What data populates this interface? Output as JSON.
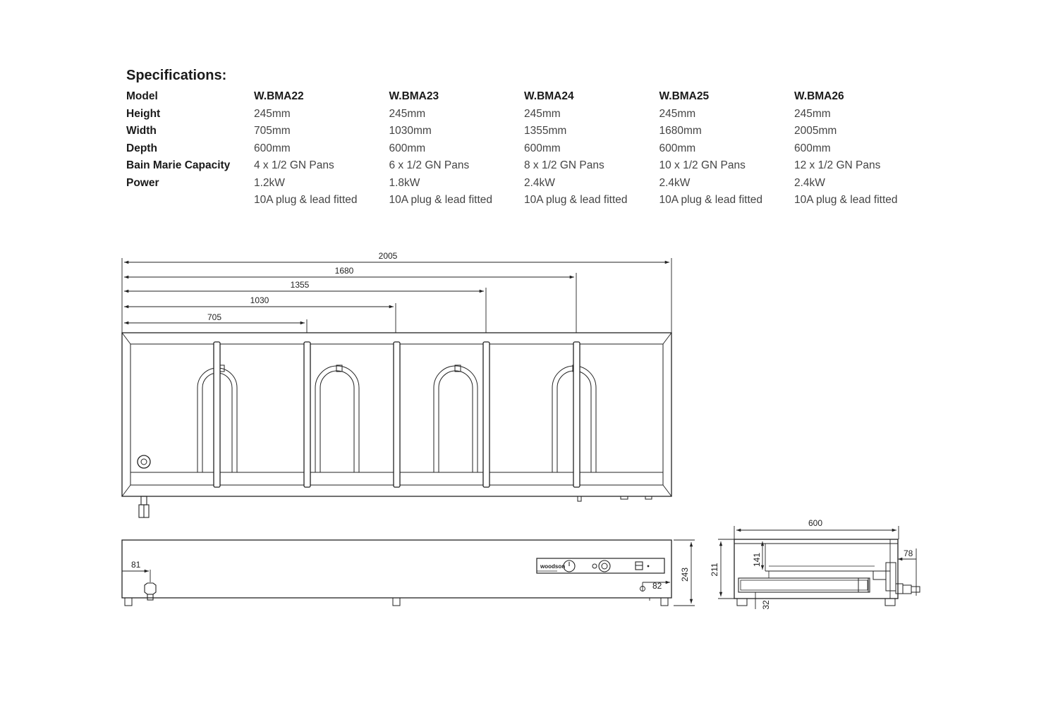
{
  "title": "Specifications:",
  "table": {
    "labels": [
      "Model",
      "Height",
      "Width",
      "Depth",
      "Bain Marie Capacity",
      "Power",
      ""
    ],
    "models": [
      {
        "model": "W.BMA22",
        "height": "245mm",
        "width": "705mm",
        "depth": "600mm",
        "capacity": "4 x 1/2 GN Pans",
        "power": "1.2kW",
        "plug": "10A plug & lead fitted"
      },
      {
        "model": "W.BMA23",
        "height": "245mm",
        "width": "1030mm",
        "depth": "600mm",
        "capacity": "6 x 1/2 GN Pans",
        "power": "1.8kW",
        "plug": "10A plug & lead fitted"
      },
      {
        "model": "W.BMA24",
        "height": "245mm",
        "width": "1355mm",
        "depth": "600mm",
        "capacity": "8 x 1/2 GN Pans",
        "power": "2.4kW",
        "plug": "10A plug & lead fitted"
      },
      {
        "model": "W.BMA25",
        "height": "245mm",
        "width": "1680mm",
        "depth": "600mm",
        "capacity": "10 x 1/2 GN Pans",
        "power": "2.4kW",
        "plug": "10A plug & lead fitted"
      },
      {
        "model": "W.BMA26",
        "height": "245mm",
        "width": "2005mm",
        "depth": "600mm",
        "capacity": "12 x 1/2 GN Pans",
        "power": "2.4kW",
        "plug": "10A plug & lead fitted"
      }
    ]
  },
  "drawing": {
    "top_dims": [
      "2005",
      "1680",
      "1355",
      "1030",
      "705"
    ],
    "front": {
      "dim_left": "81",
      "dim_right": "82",
      "dim_height": "243",
      "brand": "woodson"
    },
    "side": {
      "dim_depth": "600",
      "dim_height": "211",
      "dim_inner": "141",
      "dim_foot": "32",
      "dim_rear": "78"
    }
  },
  "colors": {
    "line": "#222222",
    "text": "#1a1a1a",
    "value_text": "#444444"
  }
}
